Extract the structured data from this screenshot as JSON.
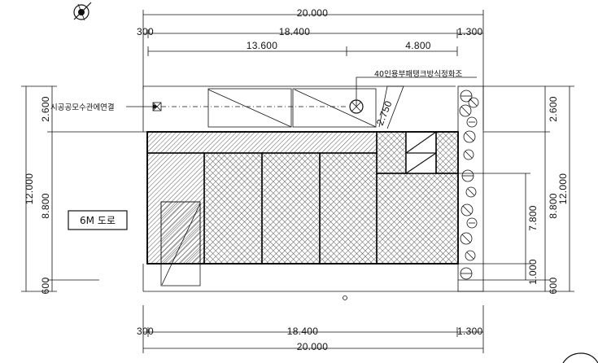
{
  "dimensions": {
    "top_total": "20.000",
    "top_left_setback": "300",
    "top_main": "18.400",
    "top_right_setback": "1.300",
    "top_sub_left": "13.600",
    "top_sub_right": "4.800",
    "bottom_left_setback": "300",
    "bottom_main": "18.400",
    "bottom_right_setback": "1.300",
    "bottom_total": "20.000",
    "left_total": "12.000",
    "left_upper": "2.600",
    "left_middle": "8.800",
    "left_lower": "600",
    "right_total": "12.000",
    "right_upper": "2.600",
    "right_middle": "8.800",
    "right_inner": "7.800",
    "right_inner_lower": "1.000",
    "right_lower": "600",
    "diagonal": "2.750"
  },
  "annotations": {
    "septic_tank": "40인용부패탱크방식정화조",
    "sewer_connection": "시공공모수관에연결",
    "road_label": "6M 도로"
  },
  "icons": {
    "north": "north-arrow-icon",
    "valve": "valve-box-icon",
    "tank": "septic-tank-icon",
    "tree": "tree-icon"
  },
  "colors": {
    "line": "#111111",
    "background": "#ffffff"
  }
}
